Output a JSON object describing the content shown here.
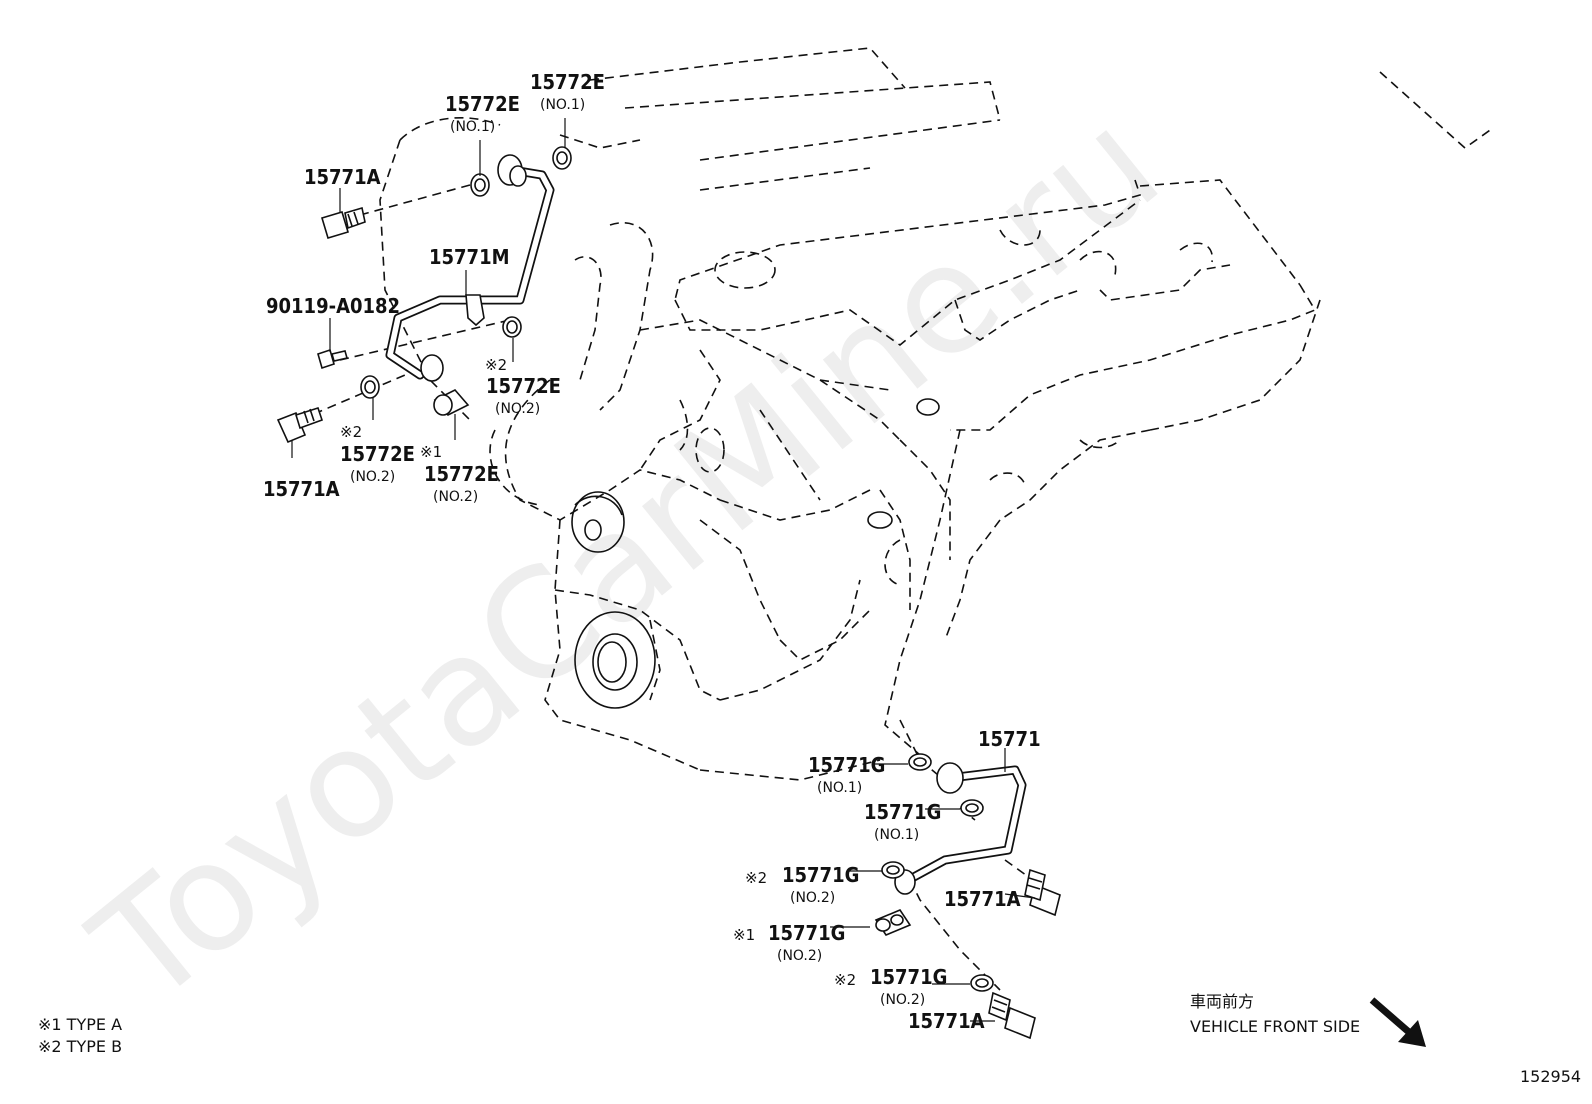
{
  "watermark": "ToyotaCarMine.ru",
  "labels": {
    "top_screw": "15771A",
    "top_gasket_a": "15772E",
    "top_gasket_a_sub": "(NO.1)",
    "top_gasket_b": "15772E",
    "top_gasket_b_sub": "(NO.1)",
    "upper_pipe": "15771M",
    "bolt": "90119-A0182",
    "gasket_mid_mark": "※2",
    "gasket_mid": "15772E",
    "gasket_mid_sub": "(NO.2)",
    "gasket_left_mark": "※2",
    "gasket_left": "15772E",
    "gasket_left_sub": "(NO.2)",
    "union_mark": "※1",
    "union": "15772E",
    "union_sub": "(NO.2)",
    "left_screw": "15771A",
    "lower_pipe": "15771",
    "g1_a": "15771G",
    "g1_a_sub": "(NO.1)",
    "g1_b": "15771G",
    "g1_b_sub": "(NO.1)",
    "g2_a_mark": "※2",
    "g2_a": "15771G",
    "g2_a_sub": "(NO.2)",
    "lower_screw_a": "15771A",
    "g2_b_mark": "※1",
    "g2_b": "15771G",
    "g2_b_sub": "(NO.2)",
    "g2_c_mark": "※2",
    "g2_c": "15771G",
    "g2_c_sub": "(NO.2)",
    "lower_screw_b": "15771A"
  },
  "legend": {
    "type_a": "※1 TYPE A",
    "type_b": "※2 TYPE B"
  },
  "direction": {
    "jp": "車両前方",
    "en": "VEHICLE FRONT SIDE"
  },
  "diagram_id": "152954"
}
